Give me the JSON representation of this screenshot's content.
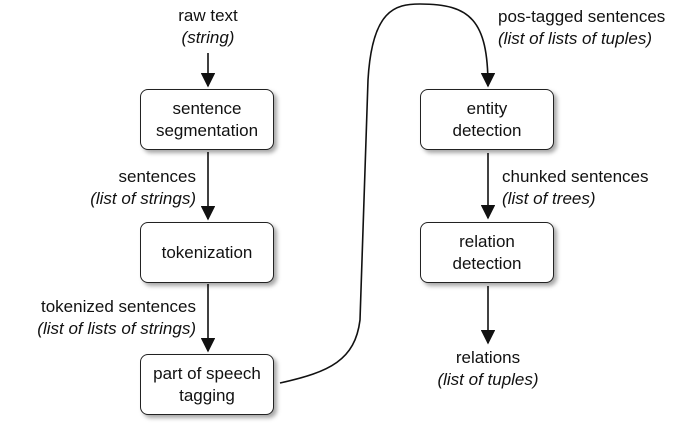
{
  "nodes": {
    "sentence_segmentation": [
      "sentence",
      "segmentation"
    ],
    "tokenization": [
      "tokenization"
    ],
    "pos_tagging": [
      "part of speech",
      "tagging"
    ],
    "entity_detection": [
      "entity",
      "detection"
    ],
    "relation_detection": [
      "relation",
      "detection"
    ]
  },
  "labels": {
    "raw_text": {
      "name": "raw text",
      "type": "(string)"
    },
    "sentences": {
      "name": "sentences",
      "type": "(list of strings)"
    },
    "tokenized_sentences": {
      "name": "tokenized sentences",
      "type": "(list of lists of strings)"
    },
    "pos_tagged_sentences": {
      "name": "pos-tagged sentences",
      "type": "(list of lists of tuples)"
    },
    "chunked_sentences": {
      "name": "chunked sentences",
      "type": "(list of trees)"
    },
    "relations": {
      "name": "relations",
      "type": "(list of tuples)"
    }
  },
  "colors": {
    "stroke": "#111111",
    "box_fill": "#ffffff"
  }
}
